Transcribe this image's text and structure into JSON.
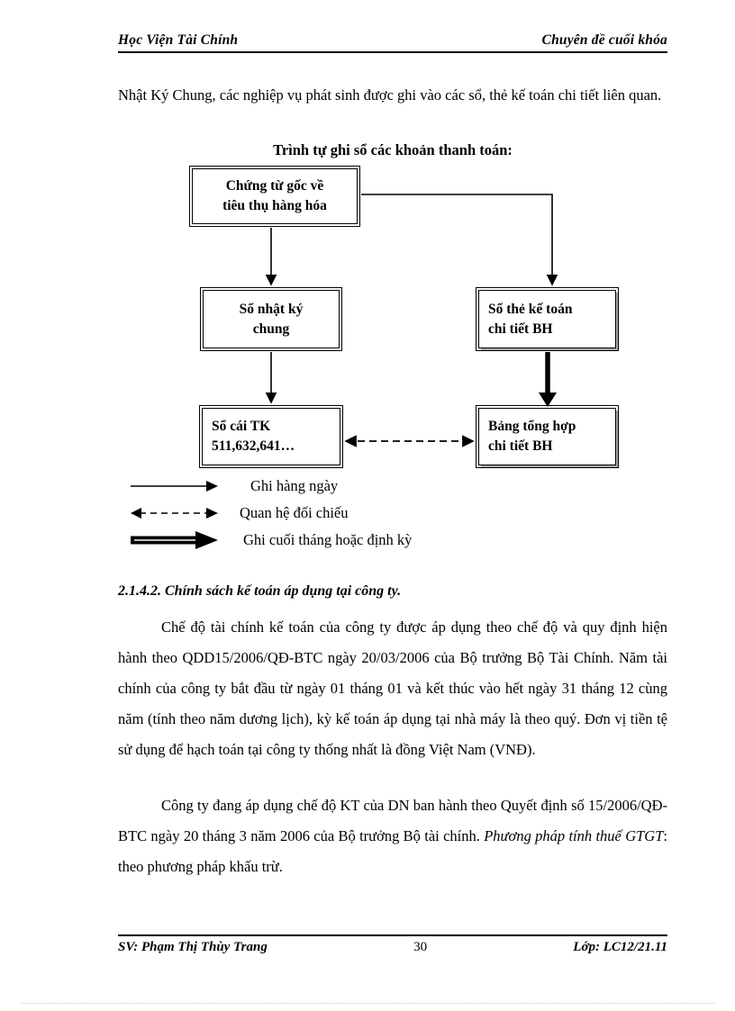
{
  "header": {
    "left": "Học Viện Tài Chính",
    "right": "Chuyên đề cuối khóa"
  },
  "intro_paragraph": "Nhật Ký Chung, các nghiệp vụ phát sinh được ghi vào các sổ, thẻ kế toán chi tiết liên quan.",
  "diagram": {
    "title": "Trình tự ghi sổ các khoản thanh toán:",
    "boxes": [
      {
        "id": "chungtu",
        "line1": "Chứng từ gốc về",
        "line2": "tiêu thụ hàng hóa"
      },
      {
        "id": "nhatky",
        "line1": "Sổ nhật ký",
        "line2": "chung"
      },
      {
        "id": "sothe",
        "line1": "Sổ thẻ kế toán",
        "line2": "chi tiết BH"
      },
      {
        "id": "socai",
        "line1": "Sổ cái TK",
        "line2": "511,632,641…"
      },
      {
        "id": "bangth",
        "line1": "Bảng tổng hợp",
        "line2": "chi tiết BH"
      }
    ],
    "legend": [
      {
        "symbol": "thin-arrow-icon",
        "label": "Ghi hàng ngày"
      },
      {
        "symbol": "dashed-double-arrow-icon",
        "label": "Quan hệ đối chiếu"
      },
      {
        "symbol": "thick-block-arrow-icon",
        "label": "Ghi cuối tháng hoặc định kỳ"
      }
    ]
  },
  "section": {
    "heading": "2.1.4.2. Chính sách kế toán áp dụng tại công ty.",
    "paragraph1": "Chế độ tài chính kế toán của công ty được áp dụng theo chế độ và quy định hiện hành theo QDD15/2006/QĐ-BTC ngày 20/03/2006 của Bộ trưởng Bộ Tài Chính. Năm tài chính của công ty bắt đầu từ ngày 01 tháng 01 và kết thúc vào hết ngày 31 tháng 12 cùng năm (tính theo năm dương lịch), kỳ kế toán áp dụng tại nhà máy là theo quý. Đơn vị tiền tệ sử dụng để hạch toán tại công ty thống nhất là đồng Việt Nam (VNĐ).",
    "paragraph2_part1": "Công ty đang áp dụng chế độ KT của DN ban hành theo Quyết định số 15/2006/QĐ-BTC ngày 20 tháng 3 năm 2006 của Bộ trưởng Bộ tài chính. ",
    "paragraph2_italic": "Phương pháp tính thuế GTGT",
    "paragraph2_part2": ": theo phương pháp khấu trừ."
  },
  "footer": {
    "left": "SV: Phạm Thị Thùy Trang",
    "page_number": "30",
    "right": "Lớp: LC12/21.11"
  }
}
